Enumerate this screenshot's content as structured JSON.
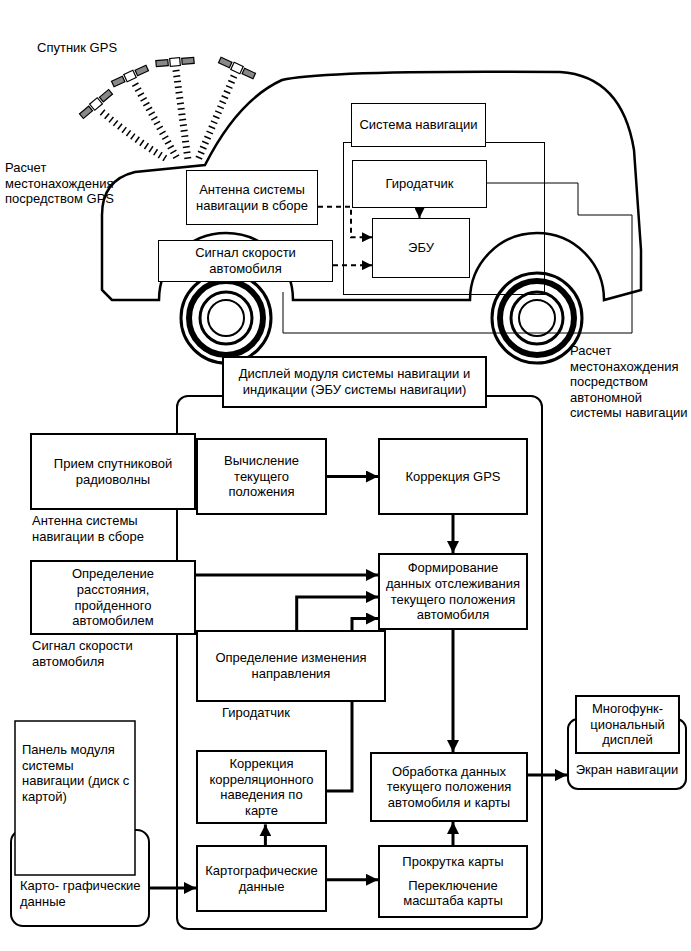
{
  "diagram": {
    "nodes": [
      {
        "text": [
          "Система навигации"
        ]
      },
      {
        "text": [
          "Гиродатчик"
        ],
        "in": 0
      },
      {
        "text": [
          "ЭБУ"
        ],
        "in": 0
      },
      {
        "text": [
          "Антенна системы навигации в сборе"
        ]
      },
      {
        "text": [
          "Сигнал скорости автомобиля"
        ]
      },
      {
        "text": [
          "Дисплей модуля системы навигации и индикации (ЭБУ системы навигации)"
        ]
      },
      {
        "text": [
          "Прием спутниковой радиоволны",
          "Антенна системы навигации в сборе"
        ]
      },
      {
        "text": [
          "Вычисление текущего положения"
        ],
        "in": 5
      },
      {
        "text": [
          "Коррекция GPS"
        ],
        "in": 5
      },
      {
        "text": [
          "Определение расстояния, пройденного автомобилем",
          "Сигнал скорости автомобиля"
        ]
      },
      {
        "text": [
          "Формирование данных отслеживания текущего положения автомобиля"
        ],
        "in": 5
      },
      {
        "text": [
          "Определение изменения направления",
          "Гиродатчик"
        ],
        "in": 5
      },
      {
        "text": [
          "Коррекция корреляционного наведения по карте"
        ],
        "in": 5
      },
      {
        "text": [
          "Обработка данных текущего положения автомобиля и карты"
        ],
        "in": 5
      },
      {
        "text": [
          "Панель модуля системы навигации (диск с картой)",
          "Карто- графические данные"
        ]
      },
      {
        "text": [
          "Картографические данные"
        ],
        "in": 5
      },
      {
        "text": [
          "Прокрутка карты",
          "Переключение масштаба карты"
        ],
        "in": 5
      },
      {
        "text": [
          "Экран навигации"
        ]
      },
      {
        "text": [
          "Многофунк- циональный дисплей"
        ],
        "in": 17
      }
    ],
    "edges": [
      {
        "from": 1,
        "to": 2,
        "arrow": "to"
      },
      {
        "from": 3,
        "to": 2,
        "arrow": "to"
      },
      {
        "from": 4,
        "to": 2,
        "arrow": "to"
      },
      {
        "from": 6,
        "to": 7,
        "arrow": "to"
      },
      {
        "from": 7,
        "to": 8,
        "arrow": "to"
      },
      {
        "from": 8,
        "to": 10,
        "arrow": "to"
      },
      {
        "from": 9,
        "to": 10,
        "arrow": "to"
      },
      {
        "from": 11,
        "to": 10,
        "arrow": "to"
      },
      {
        "from": 12,
        "to": 10,
        "arrow": "to"
      },
      {
        "from": 10,
        "to": 13,
        "arrow": "to"
      },
      {
        "from": 14,
        "to": 15,
        "arrow": "to"
      },
      {
        "from": 15,
        "to": 12,
        "arrow": "to"
      },
      {
        "from": 15,
        "to": 16,
        "arrow": "to"
      },
      {
        "from": 16,
        "to": 13,
        "arrow": "to"
      },
      {
        "from": 13,
        "to": 17,
        "arrow": "to"
      }
    ],
    "labels": [
      "Спутник GPS",
      "Расчет местонахождения посредством GPS",
      "Расчет местонахождения посредством автономной системы навигации"
    ]
  }
}
